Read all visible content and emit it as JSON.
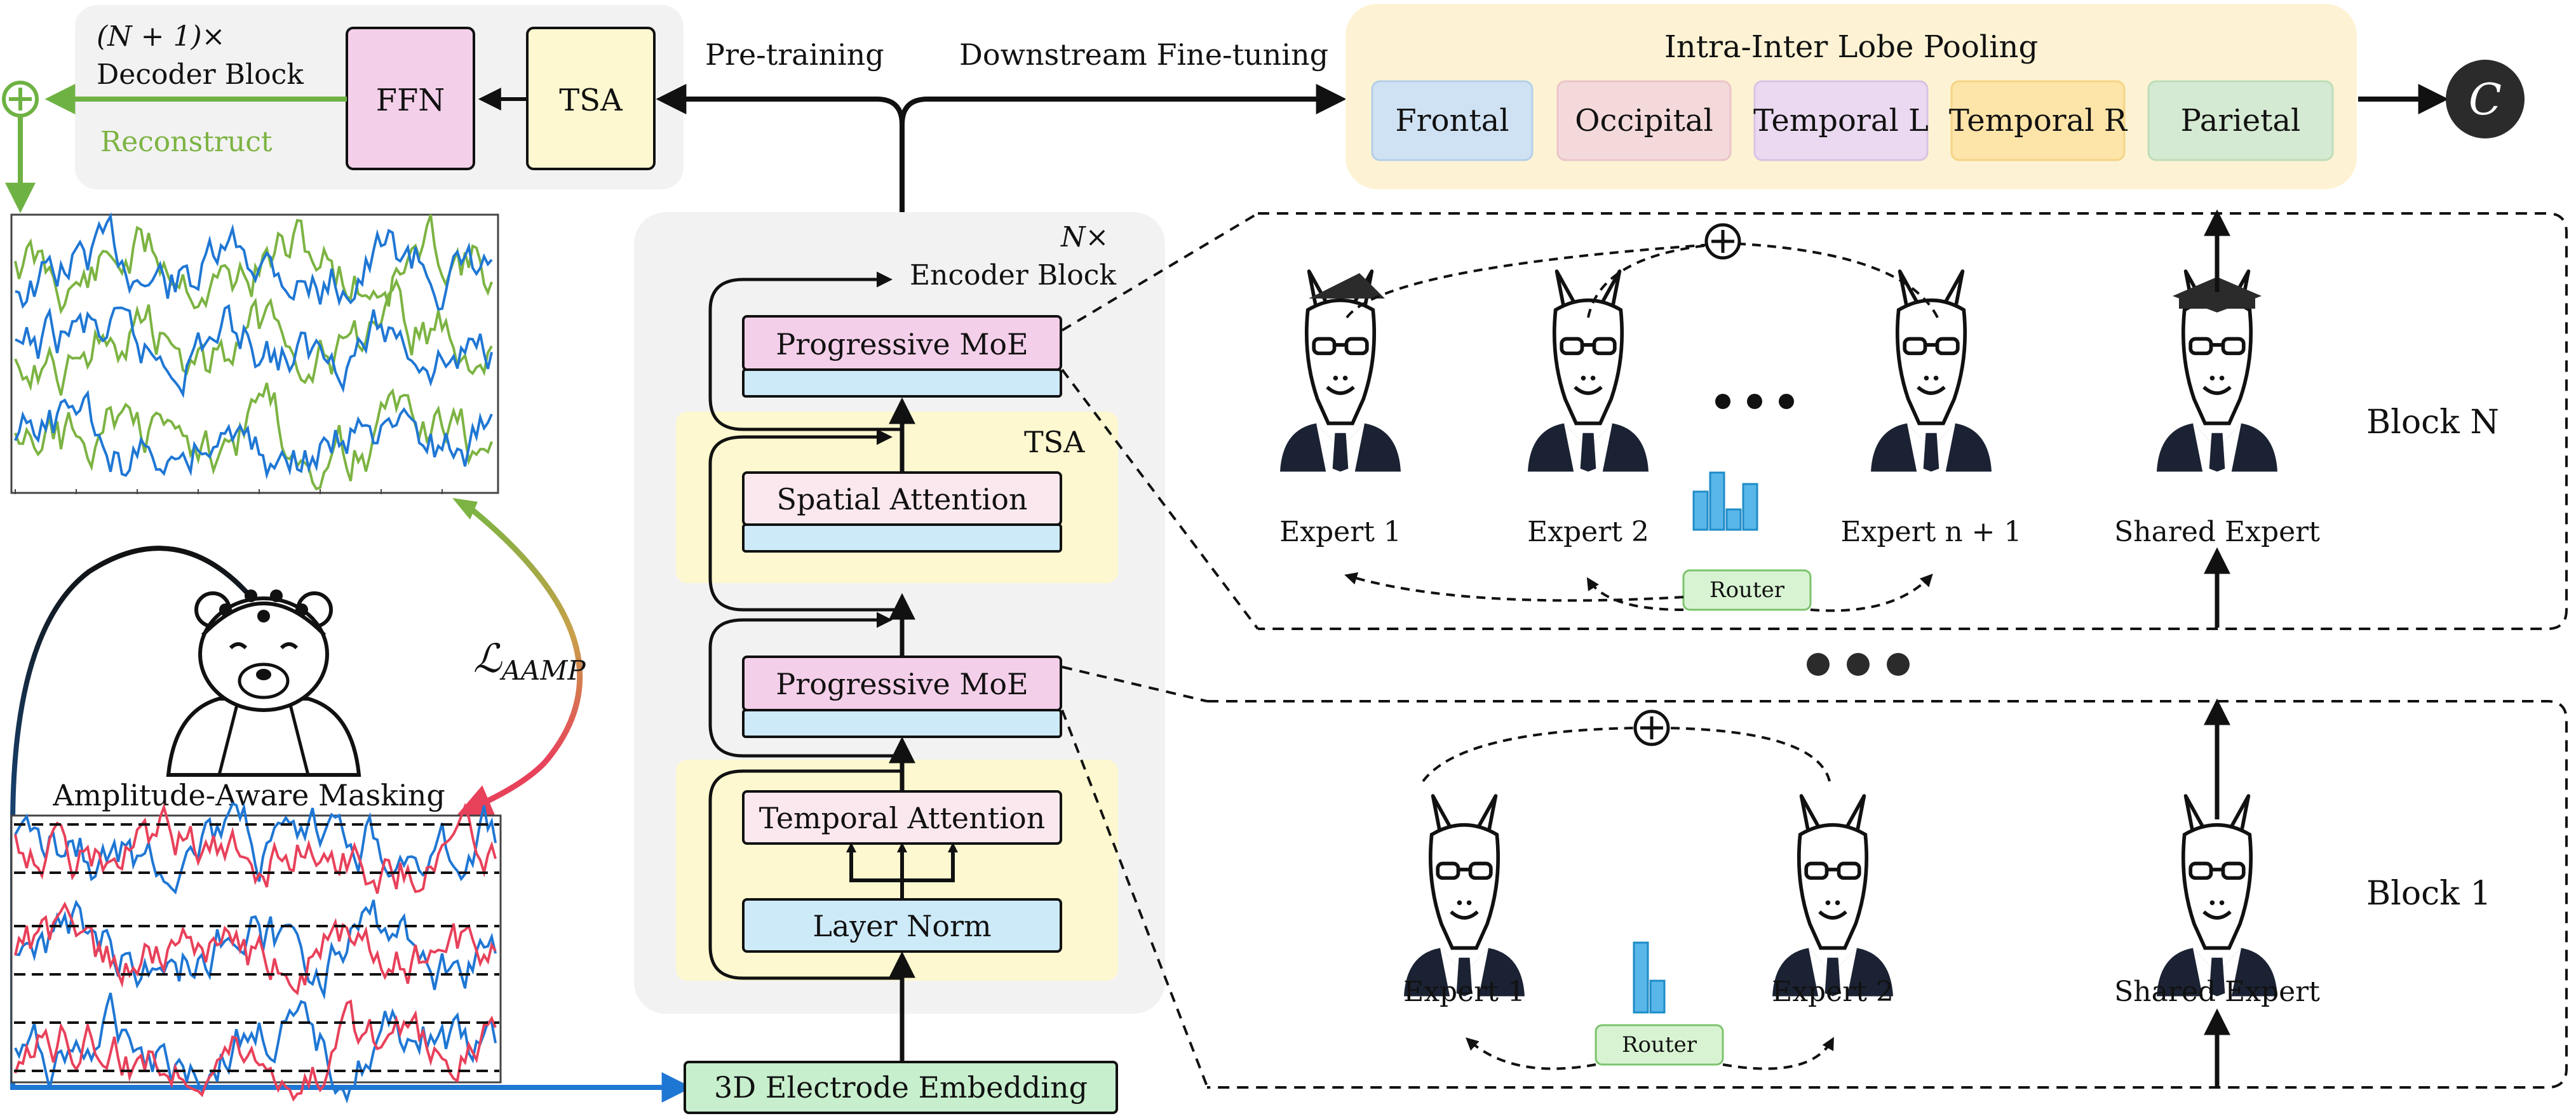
{
  "decoder": {
    "count_label": "(N + 1)×",
    "block_label": "Decoder Block",
    "ffn": "FFN",
    "tsa": "TSA",
    "reconstruct": "Reconstruct"
  },
  "flow": {
    "pretraining": "Pre-training",
    "finetuning": "Downstream Fine-tuning"
  },
  "pooling": {
    "title": "Intra-Inter Lobe Pooling",
    "lobes": [
      {
        "label": "Frontal",
        "fill": "#cfe2f3",
        "stroke": "#b4d0e8"
      },
      {
        "label": "Occipital",
        "fill": "#f4d9db",
        "stroke": "#eac4c8"
      },
      {
        "label": "Temporal L",
        "fill": "#ead9f0",
        "stroke": "#d9c2e4"
      },
      {
        "label": "Temporal R",
        "fill": "#fde4a8",
        "stroke": "#f4d486"
      },
      {
        "label": "Parietal",
        "fill": "#d5ead2",
        "stroke": "#bedcb9"
      }
    ],
    "output": "C"
  },
  "encoder": {
    "count_label": "N×",
    "block_label": "Encoder Block",
    "tsa_label": "TSA",
    "progressive_moe_top": "Progressive MoE",
    "spatial_attention": "Spatial Attention",
    "progressive_moe_bottom": "Progressive MoE",
    "temporal_attention": "Temporal Attention",
    "layer_norm": "Layer Norm",
    "embedding": "3D Electrode Embedding"
  },
  "loss": {
    "symbol": "ℒ",
    "subscript": "AAMP"
  },
  "masking": {
    "title": "Amplitude-Aware Masking"
  },
  "block_n": {
    "label": "Block N",
    "experts": [
      "Expert 1",
      "Expert 2",
      "Expert n + 1"
    ],
    "shared": "Shared Expert",
    "router": "Router"
  },
  "block_1": {
    "label": "Block 1",
    "experts": [
      "Expert 1",
      "Expert 2"
    ],
    "shared": "Shared Expert",
    "router": "Router"
  },
  "colors": {
    "blue_signal": "#1f77d4",
    "green_signal": "#7cb342",
    "red_signal": "#e8415a",
    "panel_gray": "#f2f2f2",
    "tsa_yellow": "#fdf8cf",
    "moe_pink": "#f4cfe9",
    "norm_blue": "#cdeaf9",
    "embed_green": "#c7efcd",
    "router_green": "#d8f3d2",
    "pool_bg": "#fdf3d4"
  },
  "icons": [
    "plus-icon",
    "eeg-bear-icon",
    "llama-expert-icon",
    "router-bar-chart-icon",
    "ellipsis-icon"
  ]
}
